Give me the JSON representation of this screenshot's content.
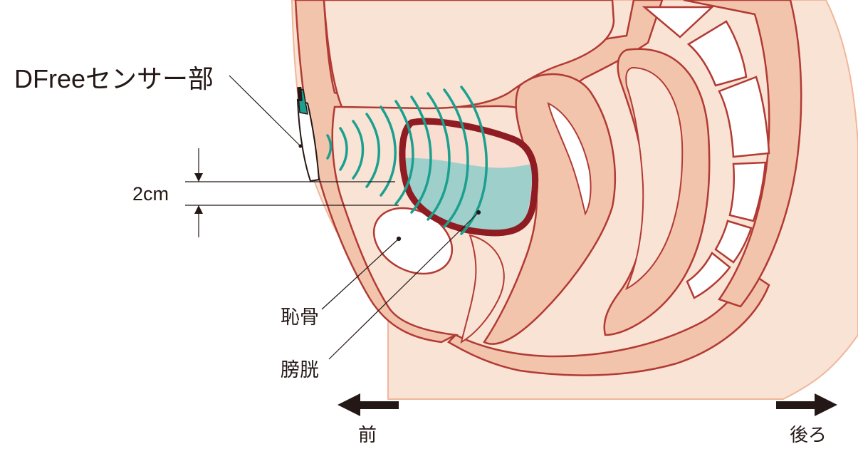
{
  "labels": {
    "sensor": "DFreeセンサー部",
    "distance": "2cm",
    "pubic_bone": "恥骨",
    "bladder": "膀胱",
    "front": "前",
    "back": "後ろ"
  },
  "colors": {
    "skin": "#f2c4ac",
    "skin_light": "#f9e3d4",
    "outline": "#b23a34",
    "bladder_wall": "#8e1c22",
    "urine": "#9fcfcb",
    "wave": "#1ba08f",
    "arrow": "#231815",
    "text": "#231815"
  }
}
